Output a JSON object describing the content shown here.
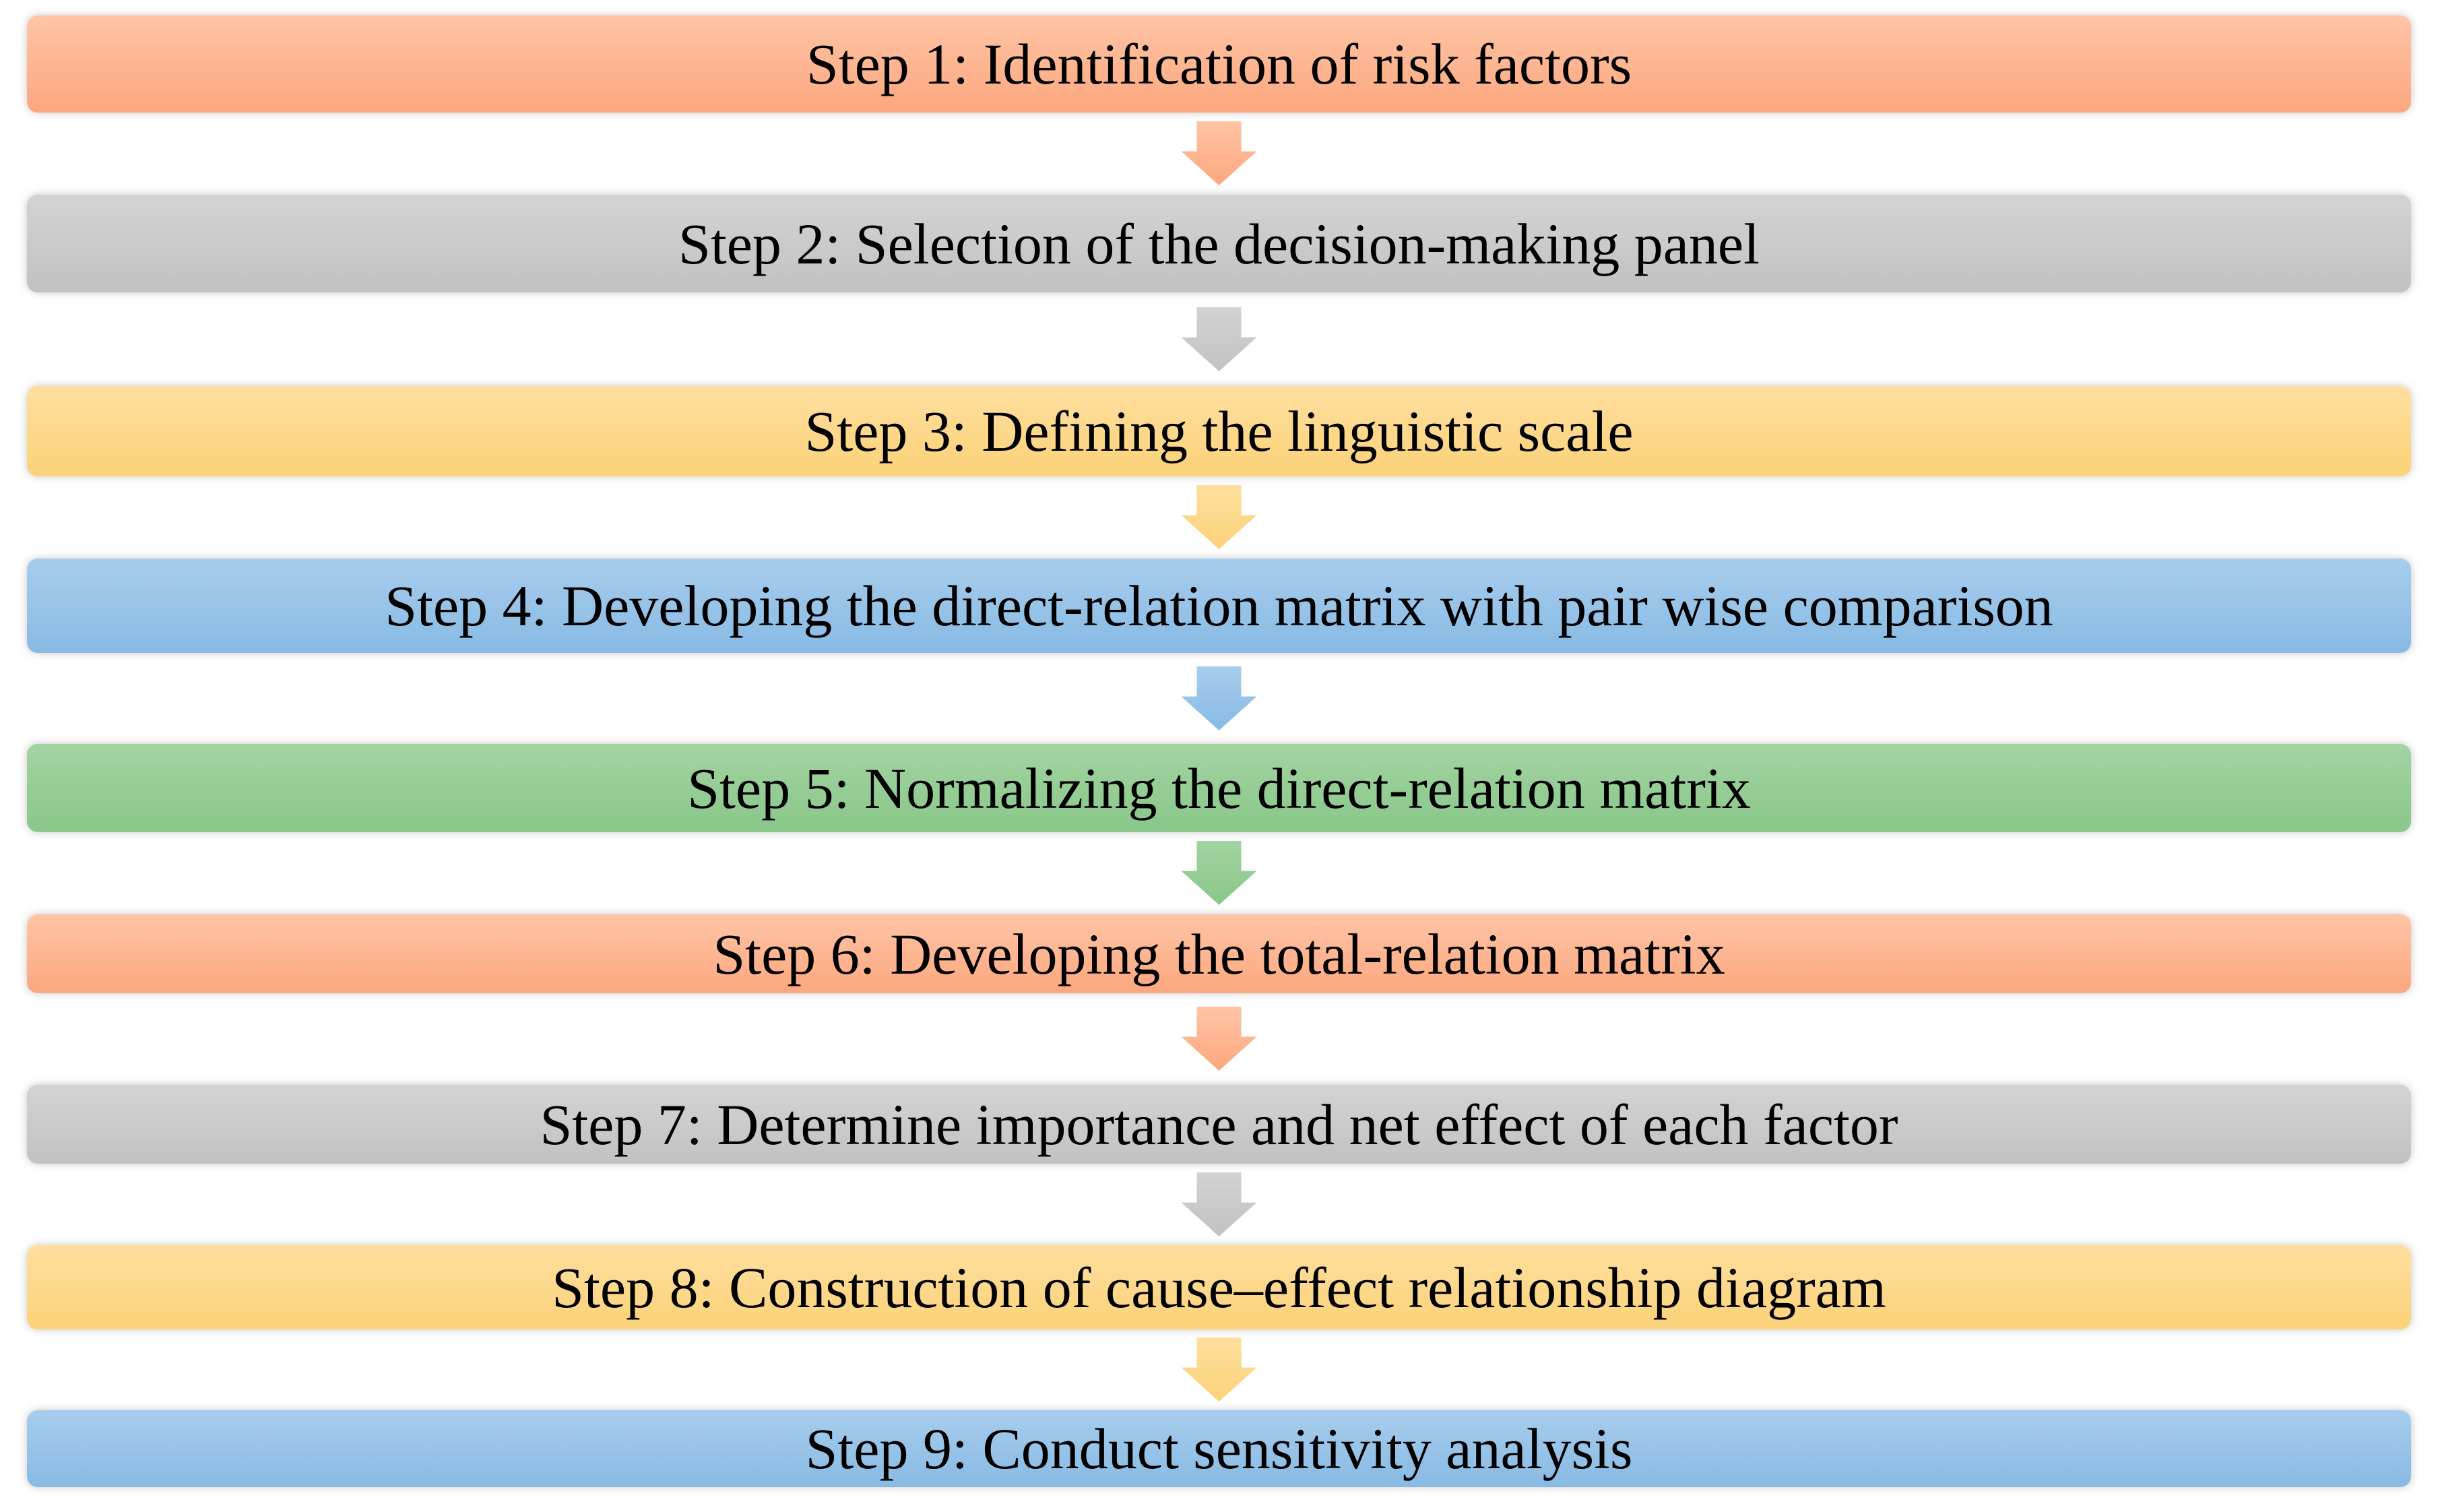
{
  "diagram": {
    "title": "Nine-step risk analysis (DEMATEL) methodology flowchart",
    "background": "#FFFFFF",
    "text_color": "#000000",
    "palette": {
      "salmon": "#FCAA82",
      "gray": "#C8C8C8",
      "yellow": "#FDD47E",
      "blue": "#8FBCE5",
      "green": "#90CB91"
    },
    "steps": [
      {
        "label": "Step 1: Identification of risk factors",
        "color": "salmon"
      },
      {
        "label": "Step 2: Selection of the decision-making panel",
        "color": "gray"
      },
      {
        "label": "Step 3: Defining the linguistic scale",
        "color": "yellow"
      },
      {
        "label": "Step 4: Developing the direct-relation matrix with pair wise comparison",
        "color": "blue"
      },
      {
        "label": "Step 5: Normalizing the direct-relation matrix",
        "color": "green"
      },
      {
        "label": "Step 6: Developing the total-relation matrix",
        "color": "salmon"
      },
      {
        "label": "Step 7: Determine importance and net effect of each factor",
        "color": "gray"
      },
      {
        "label": "Step 8: Construction of cause–effect relationship diagram",
        "color": "yellow"
      },
      {
        "label": "Step 9: Conduct sensitivity analysis",
        "color": "blue"
      }
    ],
    "connectors": [
      {
        "from": 1,
        "to": 2,
        "color": "salmon"
      },
      {
        "from": 2,
        "to": 3,
        "color": "gray"
      },
      {
        "from": 3,
        "to": 4,
        "color": "yellow"
      },
      {
        "from": 4,
        "to": 5,
        "color": "blue"
      },
      {
        "from": 5,
        "to": 6,
        "color": "green"
      },
      {
        "from": 6,
        "to": 7,
        "color": "salmon"
      },
      {
        "from": 7,
        "to": 8,
        "color": "gray"
      },
      {
        "from": 8,
        "to": 9,
        "color": "yellow"
      }
    ]
  }
}
